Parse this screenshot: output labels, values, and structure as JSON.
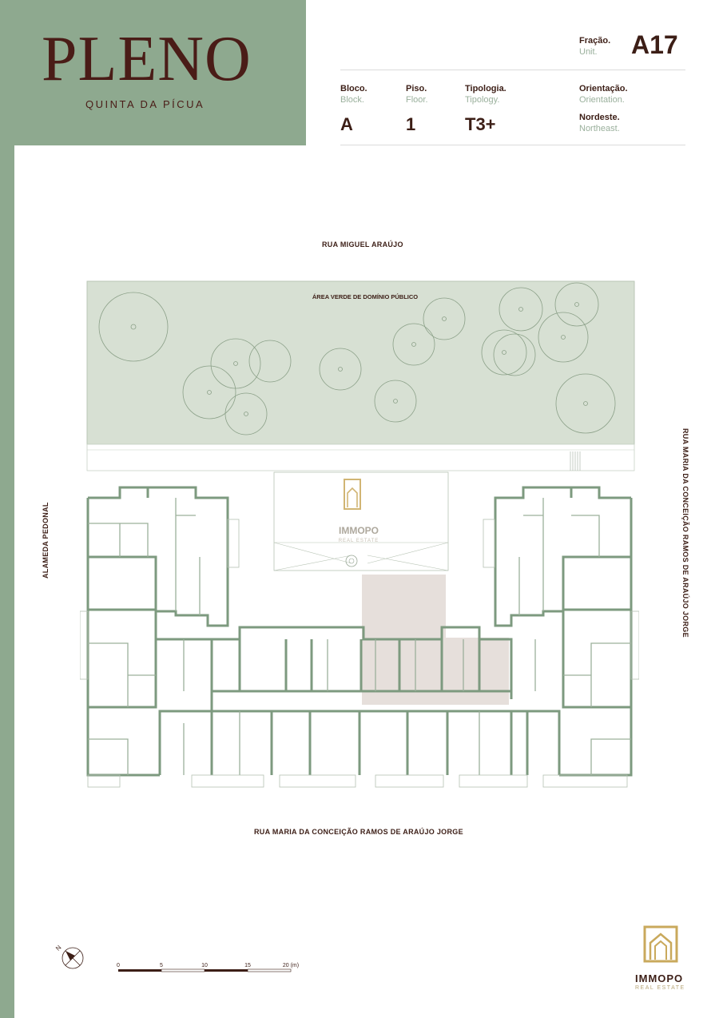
{
  "brand": {
    "title": "PLENO",
    "subtitle": "QUINTA DA PÍCUA"
  },
  "unit": {
    "label": "Fração.",
    "label_en": "Unit.",
    "value": "A17"
  },
  "info": {
    "block": {
      "label": "Bloco.",
      "label_en": "Block.",
      "value": "A"
    },
    "floor": {
      "label": "Piso.",
      "label_en": "Floor.",
      "value": "1"
    },
    "typology": {
      "label": "Tipologia.",
      "label_en": "Tipology.",
      "value": "T3+"
    },
    "orientation": {
      "label": "Orientação.",
      "label_en": "Orientation.",
      "value": "Nordeste.",
      "value_en": "Northeast."
    }
  },
  "streets": {
    "top": "RUA MIGUEL ARAÚJO",
    "left": "ALAMEDA PEDONAL",
    "right": "RUA MARIA DA CONCEIÇÃO RAMOS DE ARAÚJO JORGE",
    "bottom": "RUA MARIA DA CONCEIÇÃO RAMOS DE ARAÚJO JORGE"
  },
  "green_area_label": "ÁREA VERDE DE DOMÍNIO PÚBLICO",
  "watermark": {
    "name": "IMMOPO",
    "tagline": "REAL ESTATE"
  },
  "scale": {
    "ticks": [
      "0",
      "5",
      "10",
      "15",
      "20 (m)"
    ]
  },
  "north_label": "N",
  "logo": {
    "name": "IMMOPO",
    "tagline": "REAL ESTATE",
    "icon": "shield-house-icon"
  },
  "colors": {
    "brand_green": "#8ea98f",
    "wall_green": "#7d9a7f",
    "highlight": "#e8e0dc",
    "text_brown": "#3c1e16",
    "gold": "#c9a95c"
  }
}
